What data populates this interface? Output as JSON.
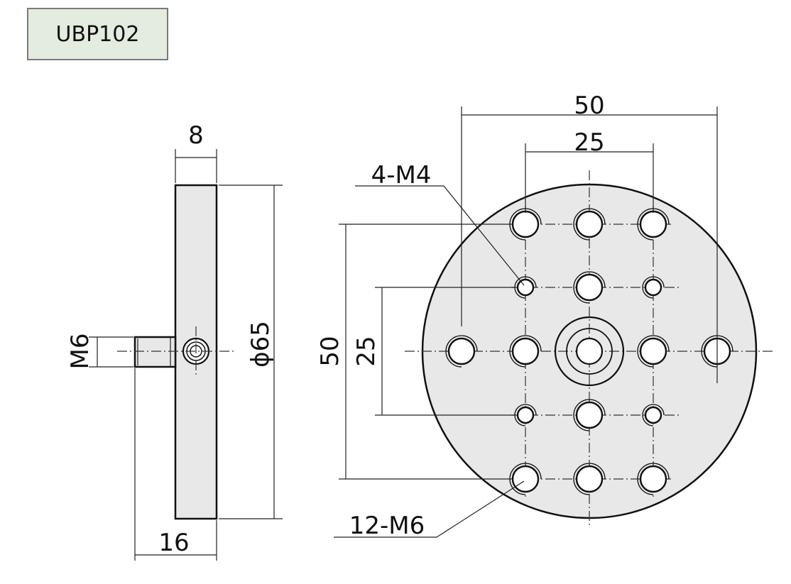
{
  "title": "UBP102",
  "colors": {
    "part_fill": "#e8e8e8",
    "title_fill": "#e4ebdf",
    "line": "#111111"
  },
  "side_view": {
    "thickness_label": "8",
    "diameter_label": "ϕ65",
    "thread_label": "M6",
    "overall_label": "16"
  },
  "front_view": {
    "horizontal_outer_label": "50",
    "horizontal_inner_label": "25",
    "vertical_outer_label": "50",
    "vertical_inner_label": "25",
    "small_holes_callout": "4-M4",
    "large_holes_callout": "12-M6"
  }
}
